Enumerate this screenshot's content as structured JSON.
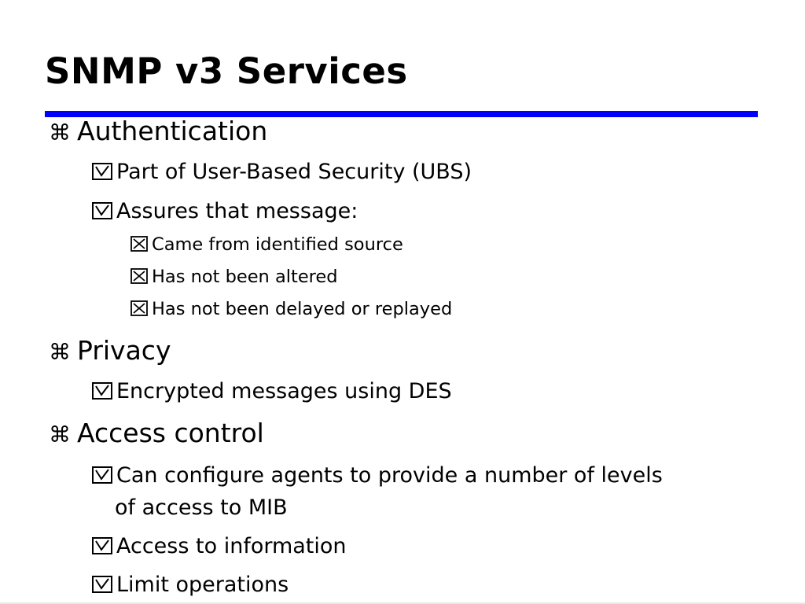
{
  "slide": {
    "title": "SNMP v3 Services",
    "accent_color": "#0000ff",
    "bullet_icons": {
      "level1": "command-icon",
      "level2": "checked-box-icon",
      "level3": "crossed-box-icon"
    },
    "level1_glyph": "⌘",
    "items": [
      {
        "label": "Authentication",
        "children": [
          {
            "label": "Part of User-Based Security (UBS)"
          },
          {
            "label": "Assures that message:",
            "children": [
              {
                "label": "Came from identified source"
              },
              {
                "label": "Has not been altered"
              },
              {
                "label": "Has not been delayed or replayed"
              }
            ]
          }
        ]
      },
      {
        "label": "Privacy",
        "children": [
          {
            "label": "Encrypted messages using DES"
          }
        ]
      },
      {
        "label": "Access control",
        "children": [
          {
            "label": "Can configure agents to provide a number of levels",
            "continuation": "of access to MIB"
          },
          {
            "label": "Access to information"
          },
          {
            "label": "Limit operations"
          }
        ]
      }
    ]
  }
}
